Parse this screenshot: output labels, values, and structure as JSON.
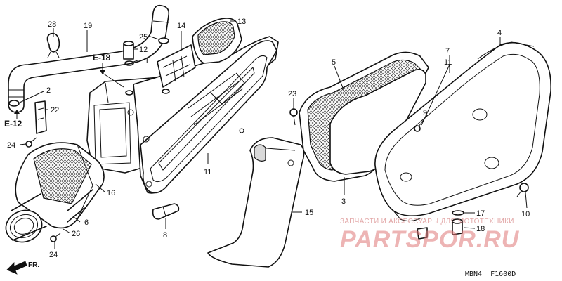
{
  "callouts": [
    {
      "id": "c28",
      "label": "28"
    },
    {
      "id": "c19",
      "label": "19"
    },
    {
      "id": "c25",
      "label": "25"
    },
    {
      "id": "c14",
      "label": "14"
    },
    {
      "id": "c13",
      "label": "13"
    },
    {
      "id": "c12",
      "label": "12"
    },
    {
      "id": "c1",
      "label": "1"
    },
    {
      "id": "c2",
      "label": "2"
    },
    {
      "id": "c22",
      "label": "22"
    },
    {
      "id": "c24a",
      "label": "24"
    },
    {
      "id": "c16",
      "label": "16"
    },
    {
      "id": "c6",
      "label": "6"
    },
    {
      "id": "c26",
      "label": "26"
    },
    {
      "id": "c24b",
      "label": "24"
    },
    {
      "id": "c8",
      "label": "8"
    },
    {
      "id": "c11a",
      "label": "11"
    },
    {
      "id": "c15",
      "label": "15"
    },
    {
      "id": "c23",
      "label": "23"
    },
    {
      "id": "c5",
      "label": "5"
    },
    {
      "id": "c3",
      "label": "3"
    },
    {
      "id": "c7",
      "label": "7"
    },
    {
      "id": "c11b",
      "label": "11"
    },
    {
      "id": "c4",
      "label": "4"
    },
    {
      "id": "c9",
      "label": "9"
    },
    {
      "id": "c10",
      "label": "10"
    },
    {
      "id": "c17",
      "label": "17"
    },
    {
      "id": "c18",
      "label": "18"
    }
  ],
  "references": {
    "e18": "E-18",
    "e12": "E-12",
    "front": "FR."
  },
  "diagram_code": "MBN4  F1600D",
  "watermark": {
    "tagline": "ЗАПЧАСТИ И АКСЕССУАРЫ ДЛЯ МОТОТЕХНИКИ",
    "brand": "PARTSPOR.RU"
  }
}
